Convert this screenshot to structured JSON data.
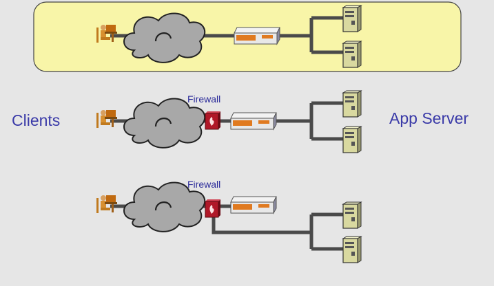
{
  "labels": {
    "clients": "Clients",
    "app_server": "App Server",
    "firewall_1": "Firewall",
    "firewall_2": "Firewall"
  },
  "colors": {
    "background": "#e6e6e6",
    "highlight_fill": "#f8f5a8",
    "line": "#4a4a4a",
    "cloud": "#a8a8a8",
    "firewall": "#b01828",
    "server": "#d9d9a0",
    "label": "#3a3aa8"
  },
  "rows": [
    {
      "name": "row-1",
      "highlighted": true,
      "has_firewall": false
    },
    {
      "name": "row-2",
      "highlighted": false,
      "has_firewall": true
    },
    {
      "name": "row-3",
      "highlighted": false,
      "has_firewall": true,
      "bypass": true
    }
  ]
}
